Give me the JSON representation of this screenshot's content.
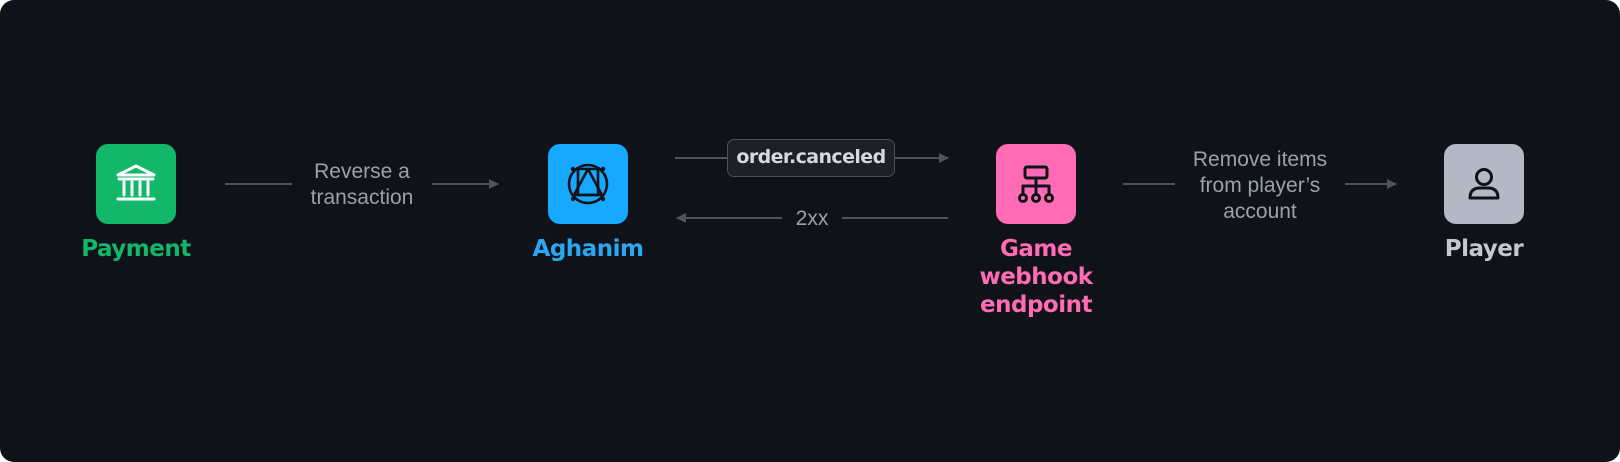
{
  "nodes": {
    "payment": {
      "label": "Payment",
      "color": "#12b76a",
      "label_color": "#12b76a",
      "icon": "bank-icon"
    },
    "aghanim": {
      "label": "Aghanim",
      "color": "#17a8ff",
      "label_color": "#29a9f5",
      "icon": "aghanim-logo-icon"
    },
    "webhook": {
      "label": "Game\nwebhook\nendpoint",
      "color": "#ff6bb5",
      "label_color": "#ff6bb5",
      "icon": "sitemap-icon"
    },
    "player": {
      "label": "Player",
      "color": "#b3bac6",
      "label_color": "#c3c8d0",
      "icon": "user-icon"
    }
  },
  "edges": {
    "reverse_transaction": "Reverse a\ntransaction",
    "order_canceled": "order.canceled",
    "response_2xx": "2xx",
    "remove_items": "Remove items\nfrom player’s\naccount"
  },
  "colors": {
    "background": "#0f1219",
    "line": "#4d535c",
    "edge_text": "#9aa1ab"
  }
}
